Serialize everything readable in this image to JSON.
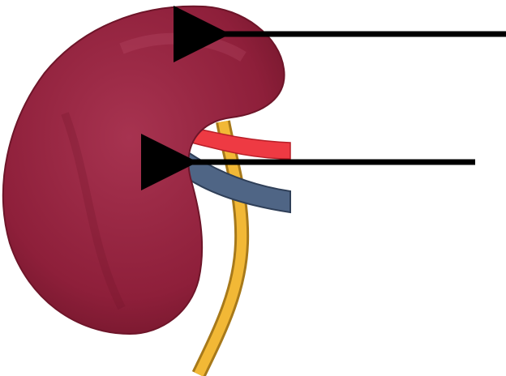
{
  "figure": {
    "labels": [],
    "colors": {
      "kidney": "#8e1f3a",
      "kidney_dark": "#6e1529",
      "kidney_light": "#a73350",
      "artery": "#ee3a43",
      "vein": "#4f6585",
      "ureter": "#f2b836",
      "ureter_edge": "#a7791a",
      "pointer": "#000000",
      "background": "#ffffff"
    },
    "pointers": [
      {
        "name": "pointer-upper",
        "target": "kidney-upper-pole"
      },
      {
        "name": "pointer-hilum",
        "target": "renal-hilum"
      }
    ]
  }
}
